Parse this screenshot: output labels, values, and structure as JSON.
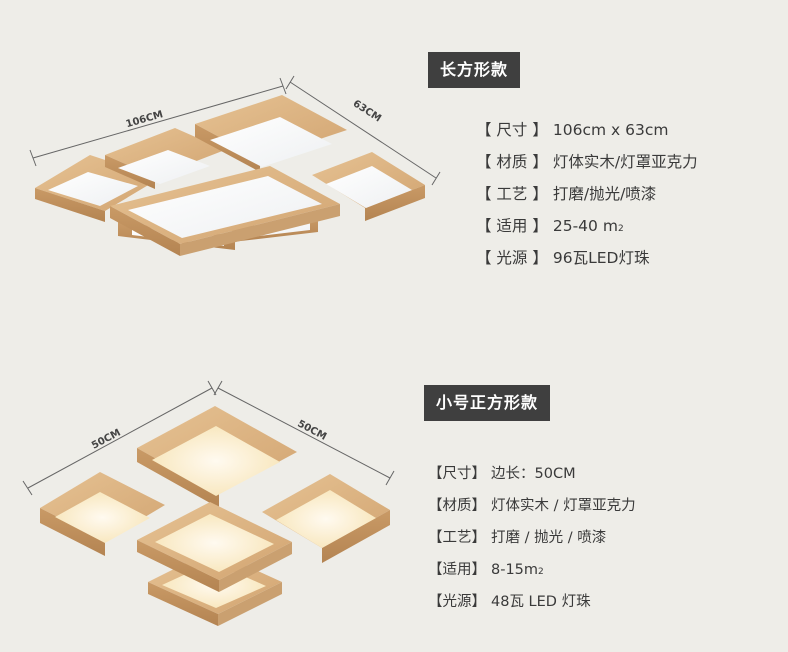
{
  "large": {
    "title": "长方形款",
    "dims": {
      "length": "106CM",
      "width": "63CM"
    },
    "specs": [
      {
        "label": "【 尺寸 】",
        "value": "106cm x 63cm",
        "sup": ""
      },
      {
        "label": "【 材质 】",
        "value": "灯体实木/灯罩亚克力",
        "sup": ""
      },
      {
        "label": "【 工艺 】",
        "value": "打磨/抛光/喷漆",
        "sup": ""
      },
      {
        "label": "【 适用 】",
        "value": "25-40 m",
        "sup": "2"
      },
      {
        "label": "【 光源 】",
        "value": "96瓦LED灯珠",
        "sup": ""
      }
    ]
  },
  "small": {
    "title": "小号正方形款",
    "dims": {
      "left": "50CM",
      "right": "50CM"
    },
    "specs": [
      {
        "label": "【尺寸】",
        "value": "边长：50CM",
        "sup": ""
      },
      {
        "label": "【材质】",
        "value": "灯体实木 / 灯罩亚克力",
        "sup": ""
      },
      {
        "label": "【工艺】",
        "value": "打磨 / 抛光 / 喷漆",
        "sup": ""
      },
      {
        "label": "【适用】",
        "value": "8-15m",
        "sup": "2"
      },
      {
        "label": "【光源】",
        "value": "48瓦 LED 灯珠",
        "sup": ""
      }
    ]
  },
  "colors": {
    "background": "#eeede8",
    "wood": "#d9b07e",
    "wood_side": "#c0905e",
    "wood_dark": "#a97a4c",
    "diffuser_cool": "#ffffff",
    "diffuser_warm": "#fff4d6",
    "title_bg": "#3f3f3f"
  }
}
